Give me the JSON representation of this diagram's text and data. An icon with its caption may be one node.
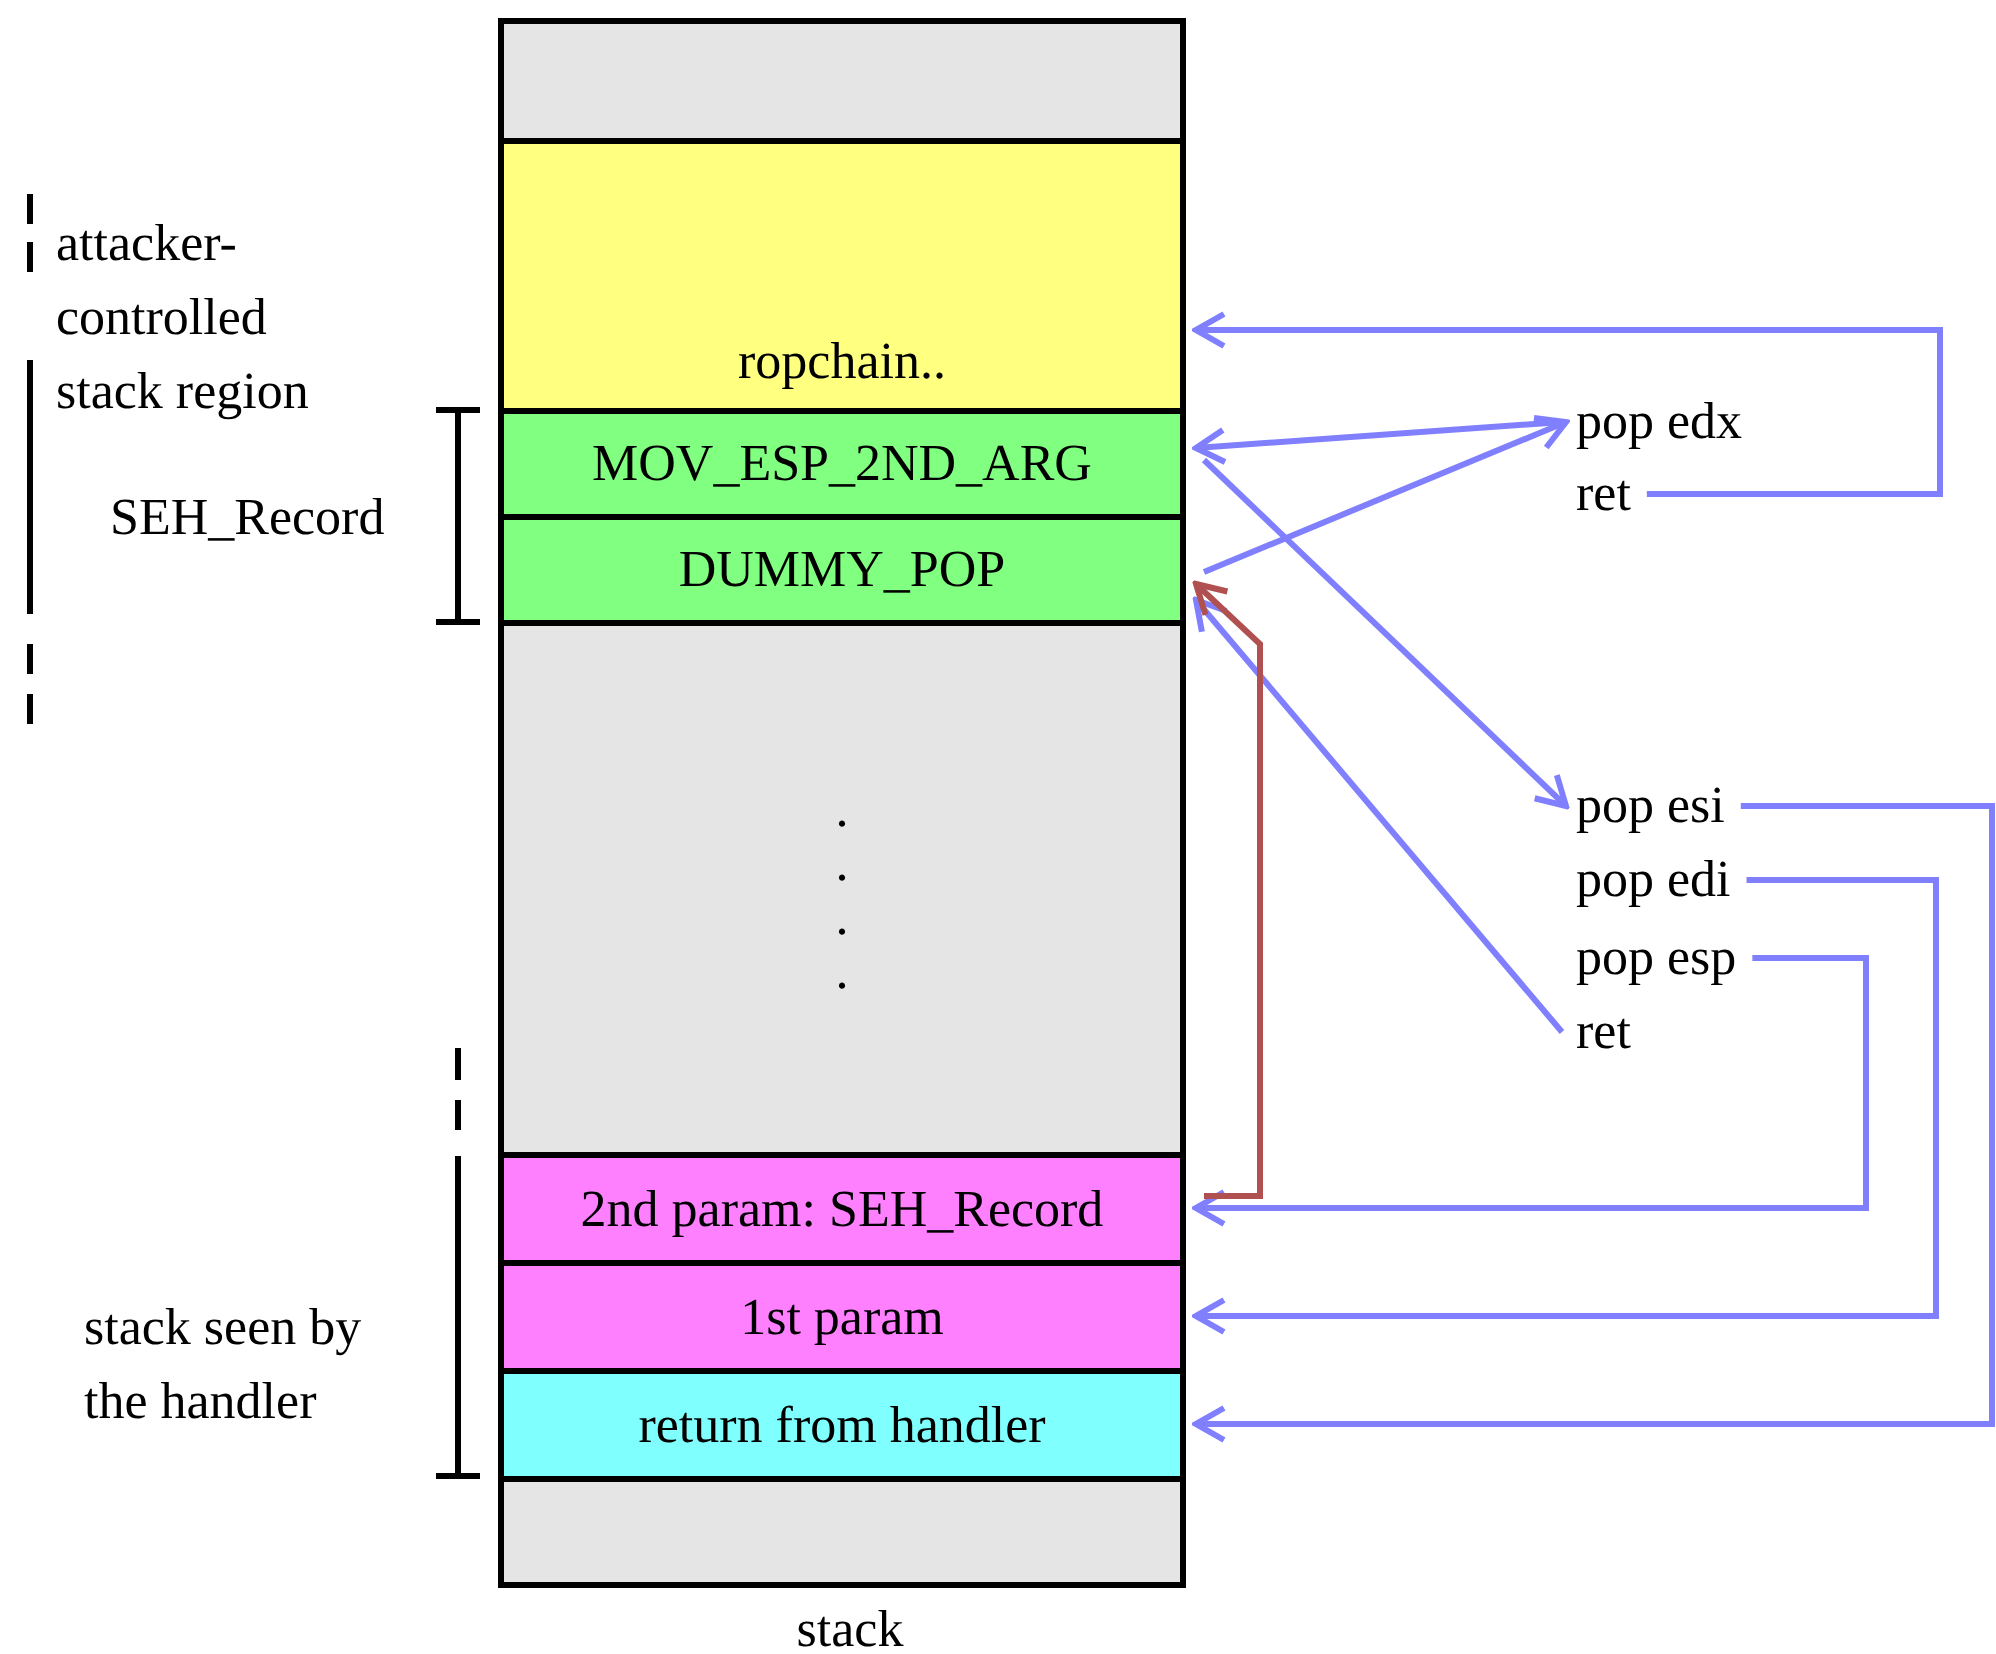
{
  "diagram": {
    "nodes": [
      {
        "text": [],
        "shape": "box"
      },
      {
        "text": [
          "ropchain.."
        ]
      },
      {
        "text": [
          "MOV_ESP_2ND_ARG"
        ]
      },
      {
        "text": [
          "DUMMY_POP"
        ]
      },
      {
        "text": [
          ". . . ."
        ]
      },
      {
        "text": [
          "2nd param: SEH_Record"
        ]
      },
      {
        "text": [
          "1st param"
        ]
      },
      {
        "text": [
          "return from handler"
        ]
      },
      {
        "text": [],
        "shape": "box"
      },
      {
        "text": [
          "pop edx"
        ]
      },
      {
        "text": [
          "ret"
        ]
      },
      {
        "text": [
          "pop esi"
        ]
      },
      {
        "text": [
          "pop edi"
        ]
      },
      {
        "text": [
          "pop esp"
        ]
      },
      {
        "text": [
          "ret"
        ]
      }
    ],
    "edges": [
      {
        "from": 10,
        "to": 1,
        "arrow": "to"
      },
      {
        "from": 9,
        "to": 2,
        "arrow": "to"
      },
      {
        "from": 3,
        "to": 9,
        "arrow": "to"
      },
      {
        "from": 2,
        "to": 11,
        "arrow": "to"
      },
      {
        "from": 14,
        "to": 3,
        "arrow": "to"
      },
      {
        "from": 11,
        "to": 7,
        "arrow": "to"
      },
      {
        "from": 12,
        "to": 6,
        "arrow": "to"
      },
      {
        "from": 13,
        "to": 5,
        "arrow": "to"
      },
      {
        "from": 5,
        "to": 3,
        "arrow": "to",
        "color": "#b05050"
      }
    ],
    "labels": [
      "attacker-controlled stack region",
      "SEH_Record",
      "stack seen by the handler",
      "stack"
    ]
  }
}
